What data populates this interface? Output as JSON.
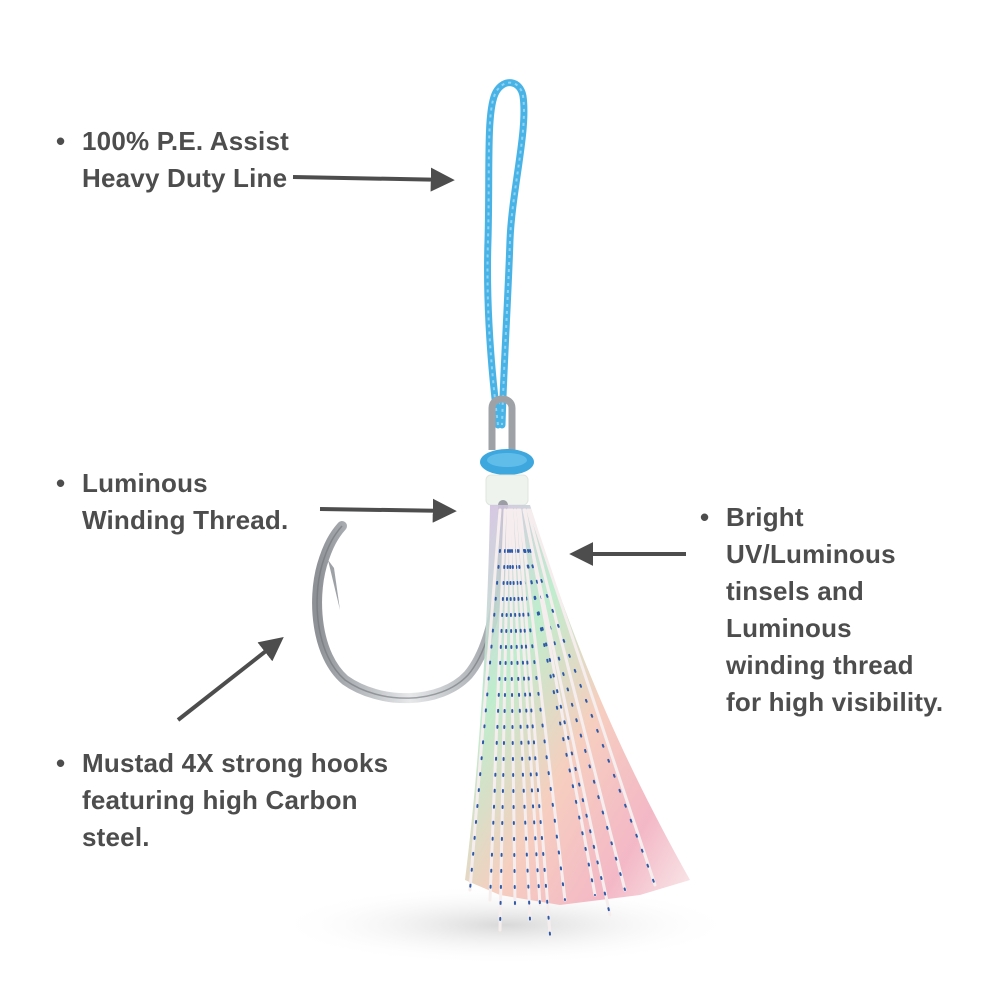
{
  "callouts": {
    "line": {
      "bullet": "•",
      "lines": [
        "100% P.E. Assist",
        "Heavy Duty Line"
      ]
    },
    "thread": {
      "bullet": "•",
      "lines": [
        "Luminous",
        "Winding Thread."
      ]
    },
    "hook": {
      "bullet": "•",
      "lines": [
        "Mustad 4X strong hooks",
        "featuring high Carbon",
        "steel."
      ]
    },
    "tinsel": {
      "bullet": "•",
      "lines": [
        "Bright",
        "UV/Luminous",
        "tinsels and",
        "Luminous",
        "winding thread",
        "for high visibility."
      ]
    }
  },
  "colors": {
    "text": "#4d4d4d",
    "arrow": "#4d4d4d",
    "assist_line": "#4ab3e6",
    "hook_steel": "#b9bcc0",
    "tinsel_pink": "#f2b6c3",
    "tinsel_green": "#b6e7c9",
    "shadow": "#e3e3e3"
  }
}
